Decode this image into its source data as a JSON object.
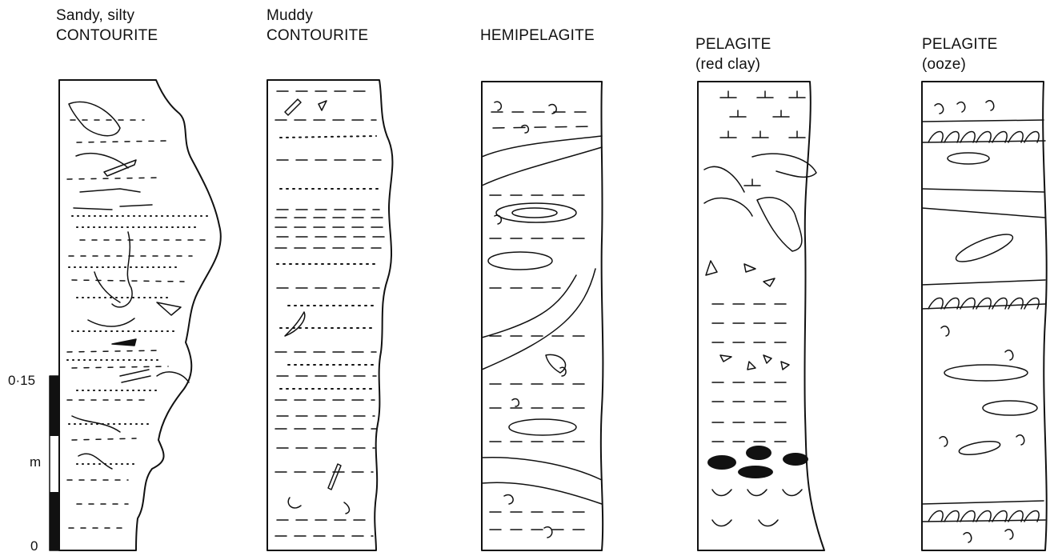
{
  "columns": [
    {
      "line1": "Sandy, silty",
      "line2": "CONTOURITE"
    },
    {
      "line1": "Muddy",
      "line2": "CONTOURITE"
    },
    {
      "line1": "",
      "line2": "HEMIPELAGITE"
    },
    {
      "line1": "PELAGITE",
      "line2": "(red clay)"
    },
    {
      "line1": "PELAGITE",
      "line2": "(ooze)"
    }
  ],
  "scale": {
    "top_value": "0·15",
    "unit": "m",
    "bottom_value": "0"
  }
}
